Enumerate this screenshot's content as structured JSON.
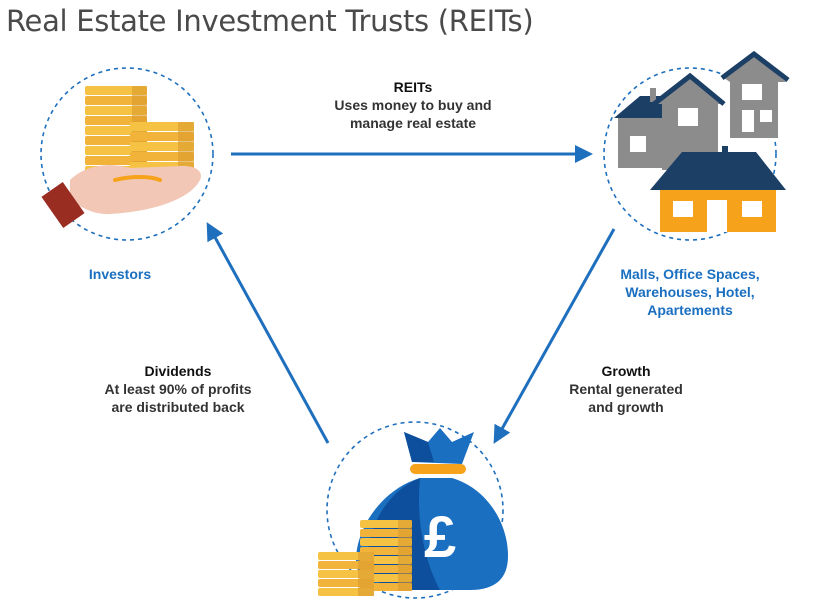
{
  "title": "Real Estate Investment Trusts (REITs)",
  "nodes": {
    "investors": {
      "label": "Investors"
    },
    "properties": {
      "label_lines": [
        "Malls, Office Spaces,",
        "Warehouses, Hotel,",
        "Apartements"
      ]
    },
    "money": {
      "currency_symbol": "£"
    }
  },
  "flows": {
    "reits": {
      "heading": "REITs",
      "lines": [
        "Uses money to buy and",
        "manage real estate"
      ]
    },
    "growth": {
      "heading": "Growth",
      "lines": [
        "Rental generated",
        "and growth"
      ]
    },
    "dividends": {
      "heading": "Dividends",
      "lines": [
        "At least 90% of profits",
        "are distributed back"
      ]
    }
  },
  "colors": {
    "accent_blue": "#1a6fc0",
    "arrow_blue": "#1e6fbd",
    "bag_blue": "#0d4f9c",
    "gold": "#f6c244",
    "orange": "#f7a21b",
    "roof_navy": "#1c3f66",
    "house_grey": "#8c8c8c"
  },
  "icons": [
    "coins-in-hand-icon",
    "houses-icon",
    "money-bag-icon",
    "coin-stack-icon"
  ]
}
